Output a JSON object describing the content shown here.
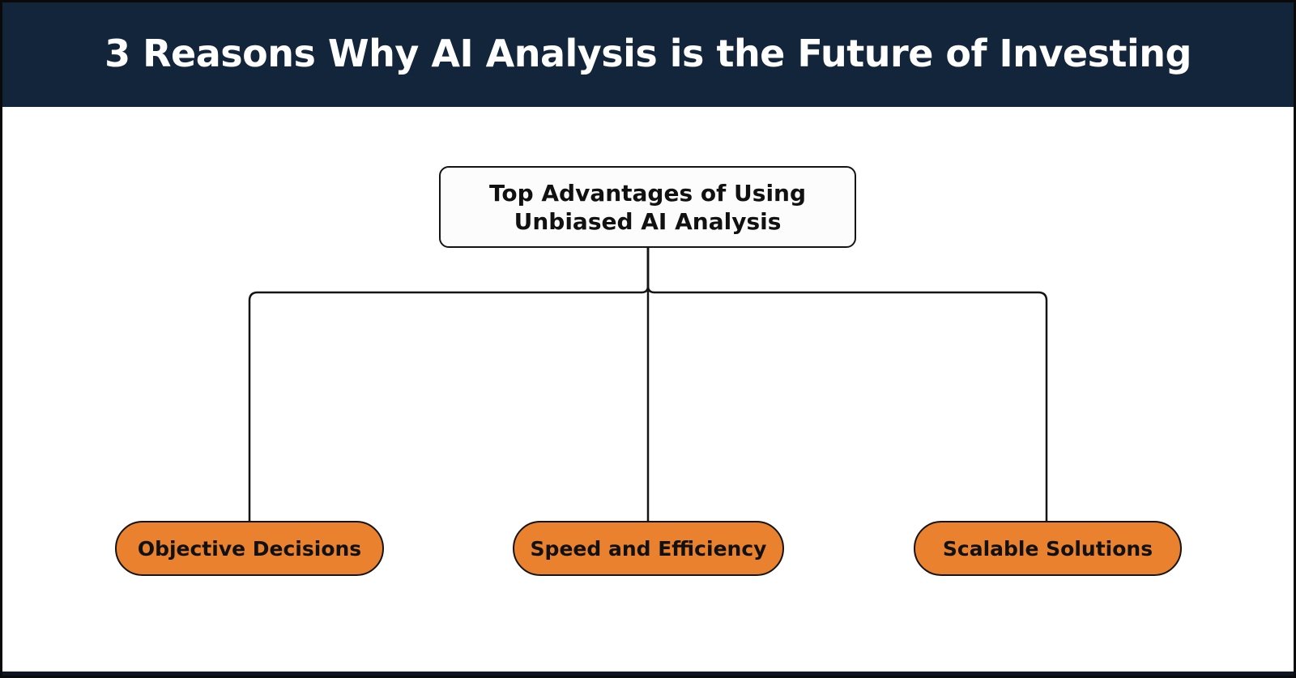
{
  "header": {
    "title": "3 Reasons Why AI Analysis is the Future of Investing",
    "background_color": "#13253A",
    "text_color": "#FFFFFF"
  },
  "diagram": {
    "root": {
      "label": "Top Advantages of Using Unbiased AI Analysis",
      "lines": [
        "Top Advantages of Using",
        "Unbiased AI Analysis"
      ],
      "fill_color": "#FCFCFC",
      "border_color": "#141414"
    },
    "children": [
      {
        "label": "Objective Decisions"
      },
      {
        "label": "Speed and Efficiency"
      },
      {
        "label": "Scalable Solutions"
      }
    ],
    "child_fill_color": "#EA812F",
    "connector_color": "#141414"
  }
}
